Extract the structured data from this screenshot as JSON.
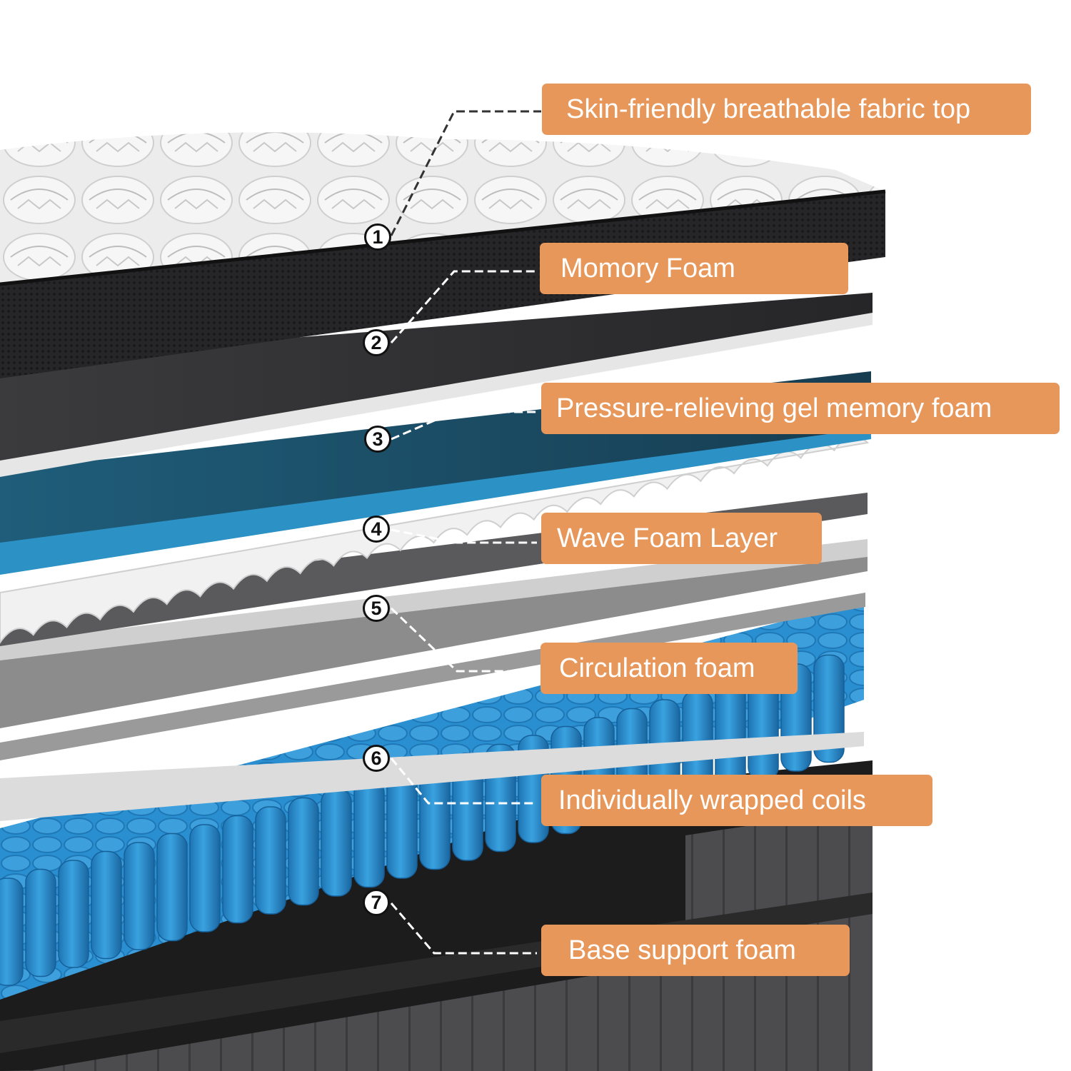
{
  "colors": {
    "label_bg": "#E8975A",
    "label_text": "#FFFFFF",
    "fabric_top": "#EDEDED",
    "dark_foam": "#2F2F31",
    "gel_foam": "#2C91C4",
    "wave_foam": "#F1F1F1",
    "gray_foam": "#7A7A7A",
    "coils": "#2A8FD0",
    "base": "#4A4A4C"
  },
  "layers": [
    {
      "number": "1",
      "label": "Skin-friendly breathable fabric top"
    },
    {
      "number": "2",
      "label": "Momory Foam"
    },
    {
      "number": "3",
      "label": "Pressure-relieving gel memory foam"
    },
    {
      "number": "4",
      "label": "Wave Foam Layer"
    },
    {
      "number": "5",
      "label": "Circulation foam"
    },
    {
      "number": "6",
      "label": "Individually wrapped coils"
    },
    {
      "number": "7",
      "label": "Base support foam"
    }
  ]
}
